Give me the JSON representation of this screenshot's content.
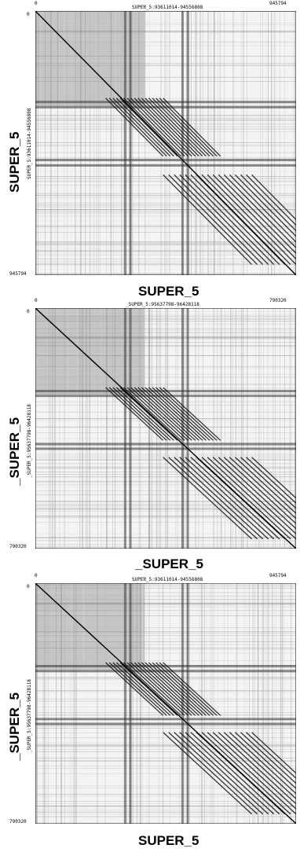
{
  "panels": [
    {
      "top_seq": "SUPER_5:93611014-94556808",
      "left_seq": "SUPER_5:93611014-94556808",
      "x_start": "0",
      "x_end": "945794",
      "y_start": "0",
      "y_end": "945794",
      "x_title": "SUPER_5",
      "y_title": "SUPER_5"
    },
    {
      "top_seq": "_SUPER_5:95637798-96428118",
      "left_seq": "_SUPER_5:95637798-96428118",
      "x_start": "0",
      "x_end": "790320",
      "y_start": "0",
      "y_end": "790320",
      "x_title": "_SUPER_5",
      "y_title": "_SUPER_5"
    },
    {
      "top_seq": "SUPER_5:93611014-94556808",
      "left_seq": "_SUPER_5:95637798-96428118",
      "x_start": "0",
      "x_end": "945794",
      "y_start": "0",
      "y_end": "790320",
      "x_title": "SUPER_5",
      "y_title": "_SUPER_5"
    }
  ]
}
